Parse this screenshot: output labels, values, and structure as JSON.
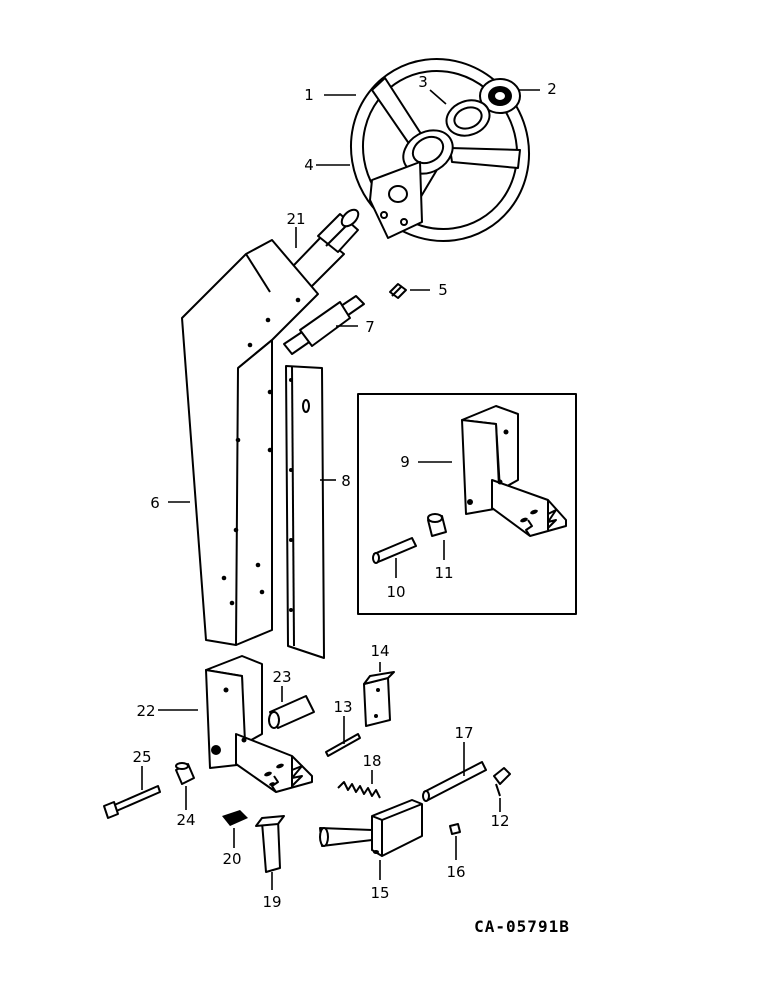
{
  "diagram": {
    "drawing_code": "CA-05791B",
    "callouts": {
      "c1": "1",
      "c2": "2",
      "c3": "3",
      "c4": "4",
      "c5": "5",
      "c6": "6",
      "c7": "7",
      "c8": "8",
      "c9": "9",
      "c10": "10",
      "c11": "11",
      "c12": "12",
      "c13": "13",
      "c14": "14",
      "c15": "15",
      "c16": "16",
      "c17": "17",
      "c18": "18",
      "c19": "19",
      "c20": "20",
      "c21": "21",
      "c22": "22",
      "c23": "23",
      "c24": "24",
      "c25": "25"
    }
  }
}
